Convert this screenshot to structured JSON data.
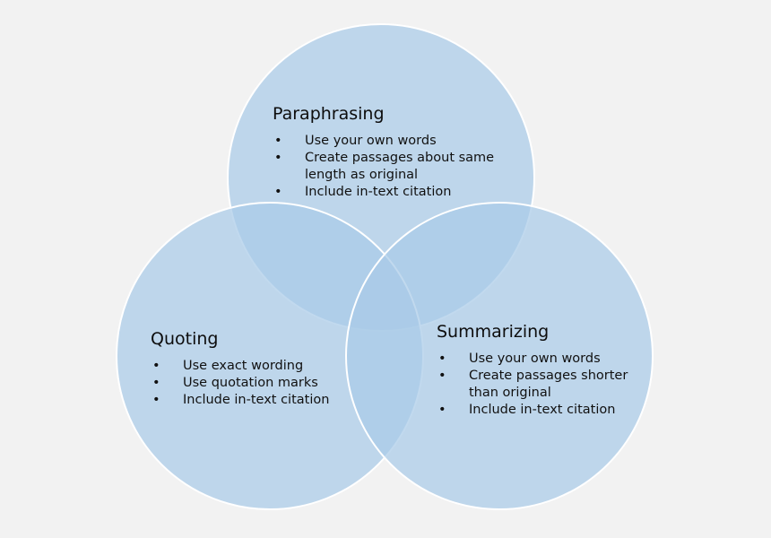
{
  "colors": {
    "background": "#f2f2f2",
    "circle_fill": "#a9cbe8",
    "circle_stroke": "#ffffff",
    "overlap_fill": "#8dbbe2"
  },
  "paraphrasing": {
    "title": "Paraphrasing",
    "items": [
      "Use your own words",
      "Create passages about same length as original",
      "Include in-text citation"
    ]
  },
  "quoting": {
    "title": "Quoting",
    "items": [
      "Use exact wording",
      "Use quotation marks",
      "Include in-text citation"
    ]
  },
  "summarizing": {
    "title": "Summarizing",
    "items": [
      "Use your own words",
      "Create passages shorter than original",
      "Include in-text citation"
    ]
  }
}
